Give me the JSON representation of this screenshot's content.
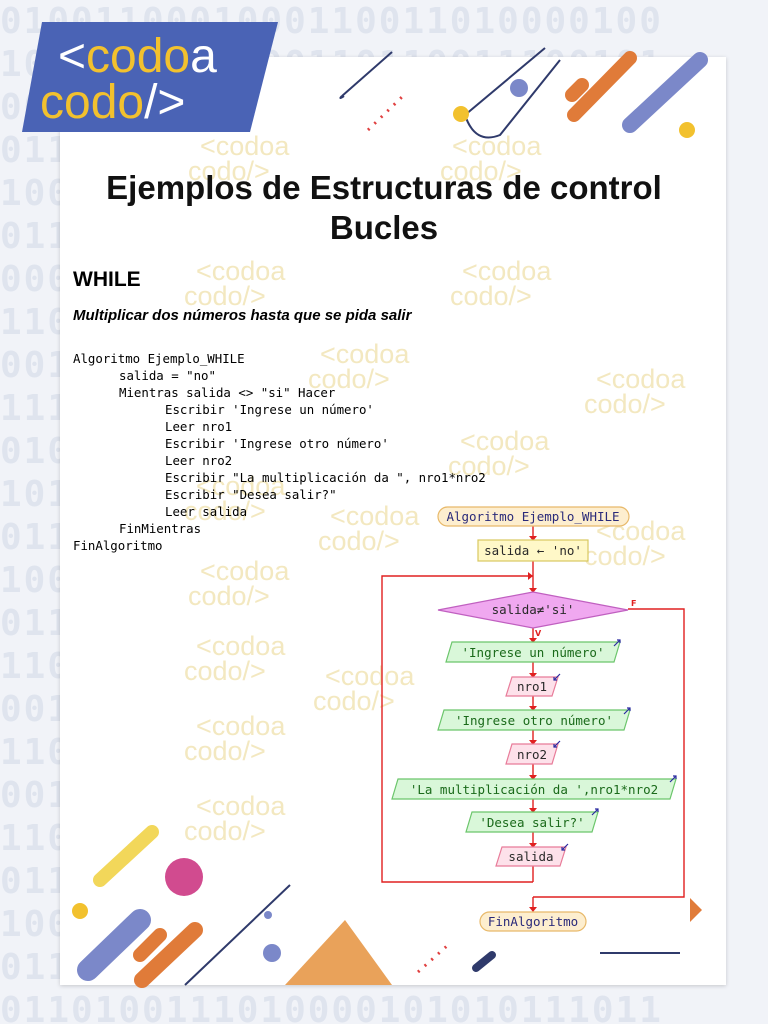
{
  "background_digits": [
    "0100110001000110011010000100",
    "1000101110000110110011100101",
    "0010110111100100011100110001",
    "0110011001001011100001100110",
    "1001101001100111010011011001",
    "0110011001110100110110000111",
    "0001011110001010011100101100",
    "1100101001110110010001110010",
    "0011010110011001011110001101",
    "1110001101100101100100111010",
    "0101110010011011000111010110",
    "1011001100110100111000101101",
    "0110110011001011010011010011",
    "1001011100110001101100101100",
    "0110100011011100100111001011",
    "1100111001001010110001110100",
    "0011001110110101001110001011",
    "1101010011001011100101110100",
    "0010110101110010011011001011",
    "1100101001010111001000110101",
    "0110011010010101110011010011",
    "1001110100101001011000101101",
    "0110001101011100101110100010",
    "0110100111010000101010111011"
  ],
  "logo": {
    "line1_prefix": "<",
    "line1_a": "codo",
    "line1_b": "a",
    "line2": "codo",
    "line2_suffix": "/>"
  },
  "watermark": {
    "line1": "<codoa",
    "line2": "codo/>"
  },
  "title": {
    "line1": "Ejemplos de Estructuras de control",
    "line2": "Bucles"
  },
  "section": "WHILE",
  "subtitle": "Multiplicar dos números hasta que se pida salir",
  "code": [
    {
      "indent": 0,
      "text": "Algoritmo Ejemplo_WHILE"
    },
    {
      "indent": 1,
      "text": "salida = \"no\""
    },
    {
      "indent": 1,
      "text": "Mientras salida <> \"si\" Hacer"
    },
    {
      "indent": 2,
      "text": "Escribir 'Ingrese un número'"
    },
    {
      "indent": 2,
      "text": "Leer nro1"
    },
    {
      "indent": 2,
      "text": "Escribir 'Ingrese otro número'"
    },
    {
      "indent": 2,
      "text": "Leer nro2"
    },
    {
      "indent": 2,
      "text": "Escribir \"La multiplicación da \", nro1*nro2"
    },
    {
      "indent": 2,
      "text": "Escribir \"Desea salir?\""
    },
    {
      "indent": 2,
      "text": "Leer salida"
    },
    {
      "indent": 1,
      "text": "FinMientras"
    },
    {
      "indent": 0,
      "text": "FinAlgoritmo"
    }
  ],
  "flowchart": {
    "start": "Algoritmo Ejemplo_WHILE",
    "assign": "salida ← 'no'",
    "condition": "salida≠'si'",
    "true_label": "V",
    "false_label": "F",
    "out1": "'Ingrese un número'",
    "in1": "nro1",
    "out2": "'Ingrese otro número'",
    "in2": "nro2",
    "out3": "'La multiplicación da ',nro1*nro2",
    "out4": "'Desea salir?'",
    "in3": "salida",
    "end": "FinAlgoritmo"
  },
  "colors": {
    "brand_blue": "#4a63b5",
    "brand_yellow": "#f2c12e",
    "accent_orange": "#e07b39",
    "accent_pink": "#d14b8f",
    "flow_red": "#e02020",
    "io_green_fill": "#d9f7d9",
    "io_green_stroke": "#6bc56b",
    "input_pink_fill": "#fde1ea",
    "input_pink_stroke": "#e87b99",
    "terminal_fill": "#fdeecf",
    "decision_fill": "#f0a8f0"
  }
}
